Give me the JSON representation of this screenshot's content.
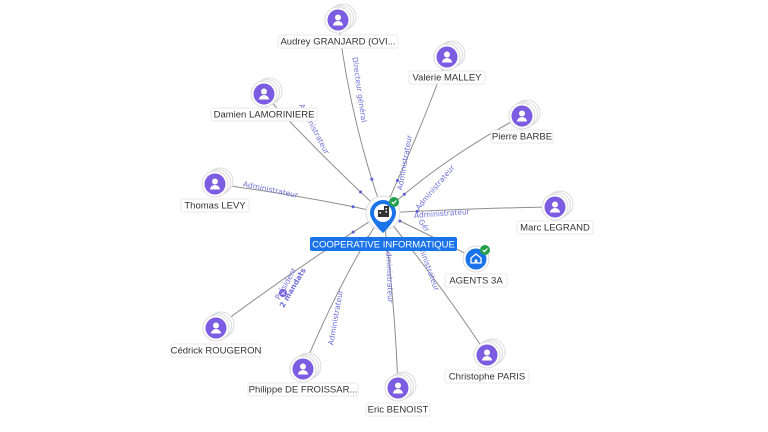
{
  "center": {
    "label": "COOPERATIVE INFORMATIQUE",
    "icon": "building-icon",
    "verified": true,
    "color": "#1a73e8"
  },
  "company_nodes": [
    {
      "label": "AGENTS 3A",
      "edge_label": "Gér",
      "icon": "building-icon",
      "verified": true
    }
  ],
  "persons": [
    {
      "name": "Audrey GRANJARD (OVI...",
      "role": "Directeur général"
    },
    {
      "name": "Valerie MALLEY",
      "role": "Administrateur"
    },
    {
      "name": "Damien LAMORINIERE",
      "role": "Administrateur"
    },
    {
      "name": "Pierre BARBE",
      "role": "Administrateur"
    },
    {
      "name": "Thomas LEVY",
      "role": "Administrateur"
    },
    {
      "name": "Marc LEGRAND",
      "role": "Administrateur"
    },
    {
      "name": "Cédrick ROUGERON",
      "role": "Président",
      "role_extra": "2 mandats"
    },
    {
      "name": "Philippe DE FROISSAR...",
      "role": "Administrateur"
    },
    {
      "name": "Eric BENOIST",
      "role": "Administrateur"
    },
    {
      "name": "Christophe PARIS",
      "role": "Administrateur"
    }
  ],
  "colors": {
    "person_node": "#7c5ce0",
    "edge": "#8e8e8e",
    "edge_label": "#6f6fd8",
    "badge": "#22a04b"
  }
}
